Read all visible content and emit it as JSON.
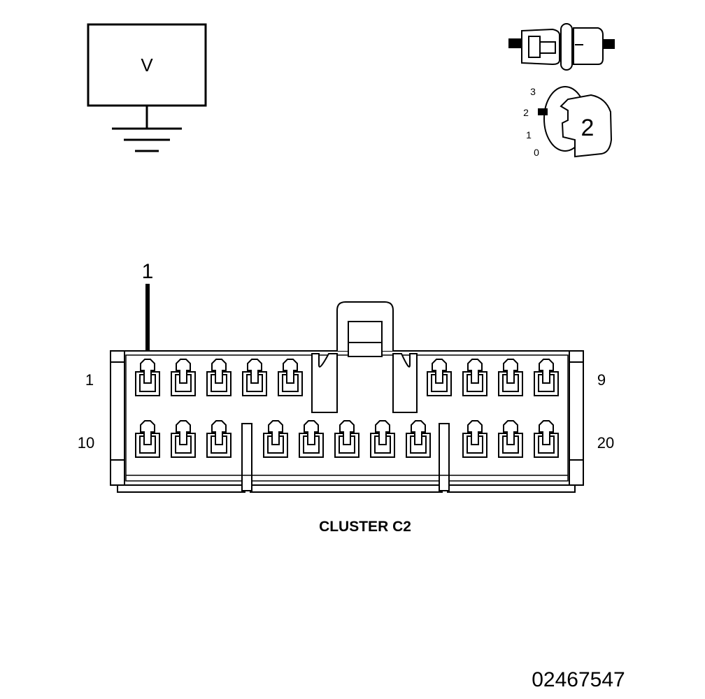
{
  "voltmeter": {
    "label": "V"
  },
  "ignition": {
    "positions": [
      "3",
      "2",
      "1",
      "0"
    ],
    "key_position": "2"
  },
  "callout": {
    "label": "1"
  },
  "connector": {
    "name": "CLUSTER C2",
    "top_row_first_pin": "1",
    "top_row_last_pin": "9",
    "bottom_row_first_pin": "10",
    "bottom_row_last_pin": "20"
  },
  "figure_id": "02467547"
}
